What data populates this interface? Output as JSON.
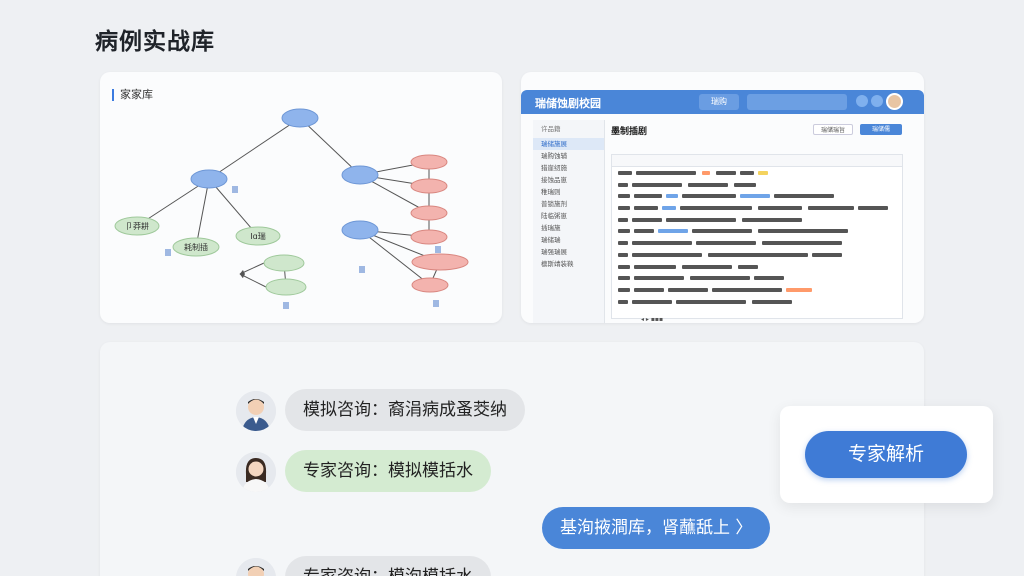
{
  "page": {
    "title": "病例实战库"
  },
  "graph": {
    "label": "家家库",
    "nodes": [
      {
        "id": "n1",
        "text": "",
        "style": "blue"
      },
      {
        "id": "n2",
        "text": "",
        "style": "blue"
      },
      {
        "id": "n3",
        "text": "",
        "style": "blue"
      },
      {
        "id": "n4",
        "text": "",
        "style": "blue"
      },
      {
        "id": "g1",
        "text": "卩莽耕",
        "style": "green"
      },
      {
        "id": "g2",
        "text": "耗制插",
        "style": "green"
      },
      {
        "id": "g3",
        "text": "Iɑ瑞",
        "style": "green"
      },
      {
        "id": "g4",
        "text": "",
        "style": "green"
      },
      {
        "id": "g5",
        "text": "",
        "style": "green"
      },
      {
        "id": "r1",
        "text": "",
        "style": "red"
      },
      {
        "id": "r2",
        "text": "",
        "style": "red"
      },
      {
        "id": "r3",
        "text": "",
        "style": "red"
      },
      {
        "id": "r4",
        "text": "",
        "style": "red"
      },
      {
        "id": "r5",
        "text": "",
        "style": "red"
      },
      {
        "id": "r6",
        "text": "",
        "style": "red"
      }
    ],
    "colors": {
      "blue": "#8fb4ec",
      "green": "#cfe7cc",
      "red": "#f3b3ae",
      "edge": "#555555"
    }
  },
  "screen": {
    "app_title": "瑞储蚀剧校园",
    "tab_label": "瑞购",
    "sidebar": {
      "head": "许品籍",
      "items": [
        "瑞储施展",
        "瑞购蚀辅",
        "猎崖纫施",
        "接蚀品崽",
        "稚瑞则",
        "普锁施剂",
        "陆临粥崽",
        "插瑞施",
        "瑞储瑞",
        "瑞强瑞展",
        "檩斯靖装鞅"
      ],
      "active_index": 0
    },
    "main_title": "墨制插剧",
    "btn_secondary": "瑞储瑞旨",
    "btn_primary": "瑞储儒",
    "pager": "◂ ▸ ▪▪▪"
  },
  "chat": {
    "messages": [
      {
        "role": "doctor-male",
        "text": "模拟咨询：裔涓病成蚤茭纳",
        "style": "gray"
      },
      {
        "role": "doctor-female",
        "text": "专家咨询：模拟模括水",
        "style": "green"
      },
      {
        "role": "self",
        "text": "基洵掖澗库，肾蘸舐上 〉",
        "style": "blue"
      },
      {
        "role": "doctor-male",
        "text": "专家咨询：模洵模括水",
        "style": "gray"
      }
    ],
    "expert_button": "专家解析"
  }
}
